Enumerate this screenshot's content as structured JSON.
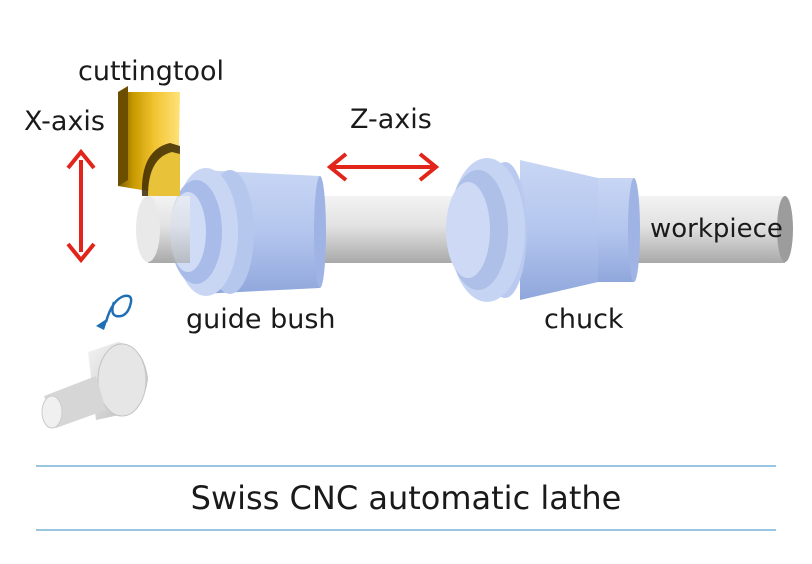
{
  "labels": {
    "cutting_tool": "cuttingtool",
    "x_axis": "X-axis",
    "z_axis": "Z-axis",
    "guide_bush": "guide bush",
    "chuck": "chuck",
    "workpiece": "workpiece"
  },
  "title": "Swiss CNC automatic lathe",
  "colors": {
    "arrow": "#e1251b",
    "rotation": "#1f6fb4",
    "rule": "#5aa4cf",
    "bush": "#aebfe6",
    "tool": "#e0b000",
    "rod": "#c9c9c9"
  },
  "icons": {
    "x_arrow": "double-arrow-vertical-icon",
    "z_arrow": "double-arrow-horizontal-icon",
    "rotation": "rotation-arrow-icon",
    "part": "finished-part-icon"
  }
}
